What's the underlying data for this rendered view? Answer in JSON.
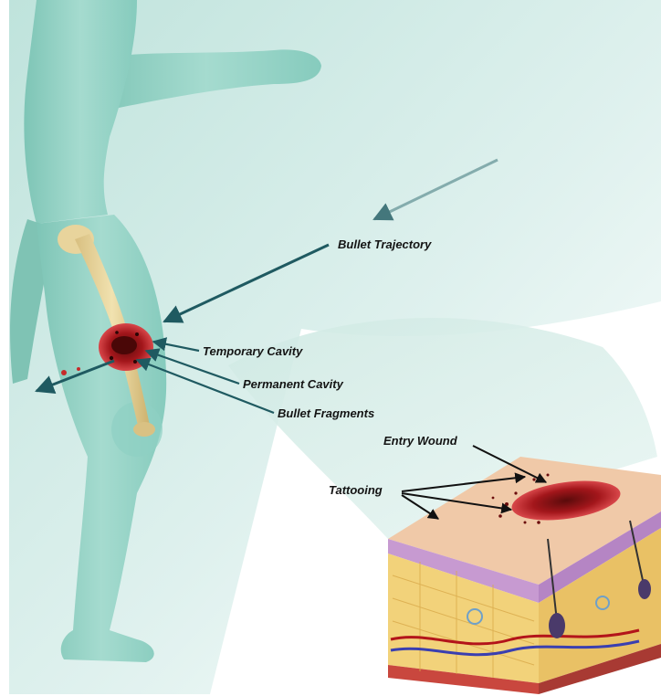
{
  "labels": {
    "bullet_trajectory": "Bullet Trajectory",
    "temporary_cavity": "Temporary Cavity",
    "permanent_cavity": "Permanent Cavity",
    "bullet_fragments": "Bullet Fragments",
    "entry_wound": "Entry Wound",
    "tattooing": "Tattooing"
  },
  "colors": {
    "background": "#ffffff",
    "sky_teal": "#cfe9e3",
    "body_teal": "#8fcfc1",
    "bone": "#e6d29a",
    "wound_red": "#b3141a",
    "arrow_teal": "#2f6f73",
    "skin_layer_fat": "#f2d27a",
    "skin_surface": "#f0c9a8"
  }
}
